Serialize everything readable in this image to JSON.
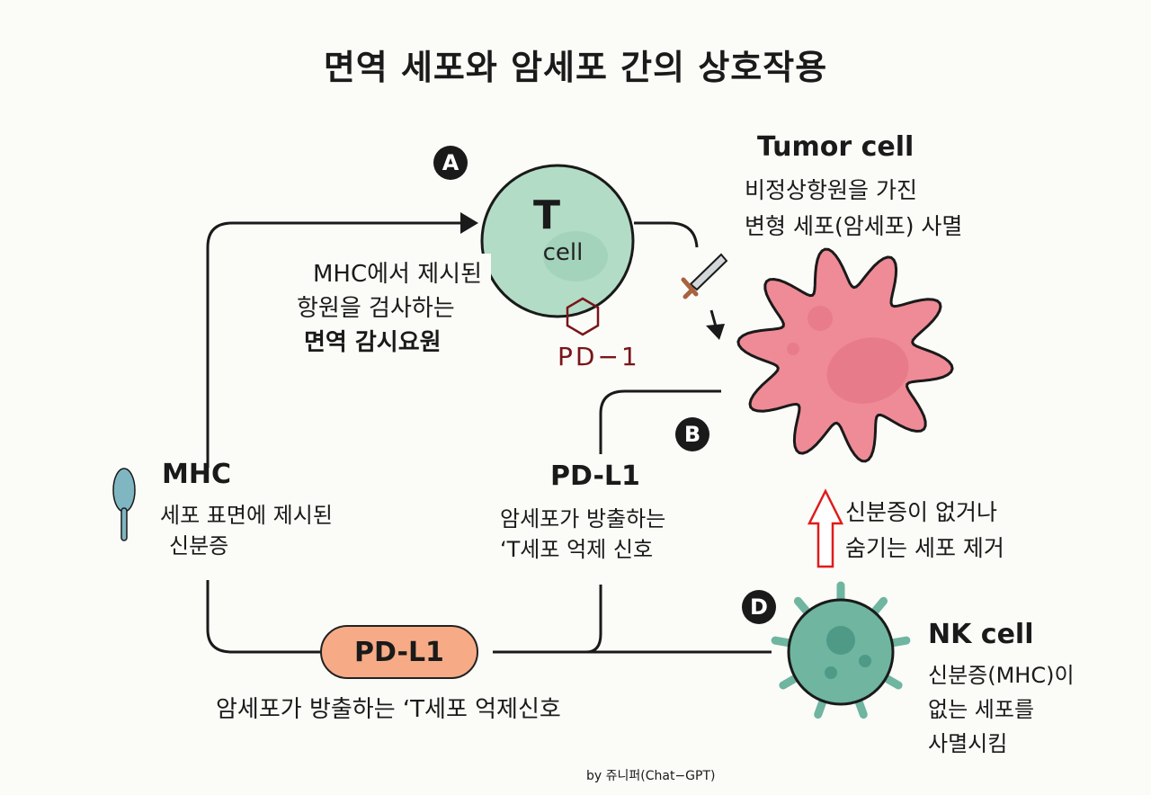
{
  "title": "면역 세포와 암세포 간의 상호작용",
  "badges": {
    "a": "A",
    "b": "B",
    "d": "D"
  },
  "t_cell": {
    "label": "T",
    "sublabel": "cell",
    "description_lines": [
      "MHC에서 제시된",
      "항원을 검사하는",
      "면역 감시요원"
    ],
    "receptor_label": "PD−1"
  },
  "tumor_cell": {
    "heading": "Tumor cell",
    "description_lines": [
      "비정상항원을 가진",
      "변형 세포(암세포) 사멸"
    ]
  },
  "mhc": {
    "heading": "MHC",
    "description_lines": [
      "세포 표면에 제시된",
      "신분증"
    ]
  },
  "pd_l1_center": {
    "heading": "PD-L1",
    "description_lines": [
      "암세포가 방출하는",
      "‘T세포 억제 신호"
    ]
  },
  "pd_l1_pill": {
    "label": "PD-L1",
    "caption": "암세포가 방출하는 ‘T세포 억제신호"
  },
  "nk_arrow_text": [
    "신분증이 없거나",
    "숨기는 세포 제거"
  ],
  "nk_cell": {
    "heading": "NK cell",
    "description_lines": [
      "신분증(MHC)이",
      "없는 세포를",
      "사멸시킴"
    ]
  },
  "credit": "by 쥬니퍼(Chat−GPT)",
  "colors": {
    "t_cell": "#b2dcc6",
    "tumor_cell": "#ef8b96",
    "nk_cell": "#6fb5a0",
    "mhc": "#7fb6c2",
    "pd1": "#7a1518",
    "pd_l1_pill": "#f6ab86",
    "up_arrow": "#e01b1b"
  }
}
